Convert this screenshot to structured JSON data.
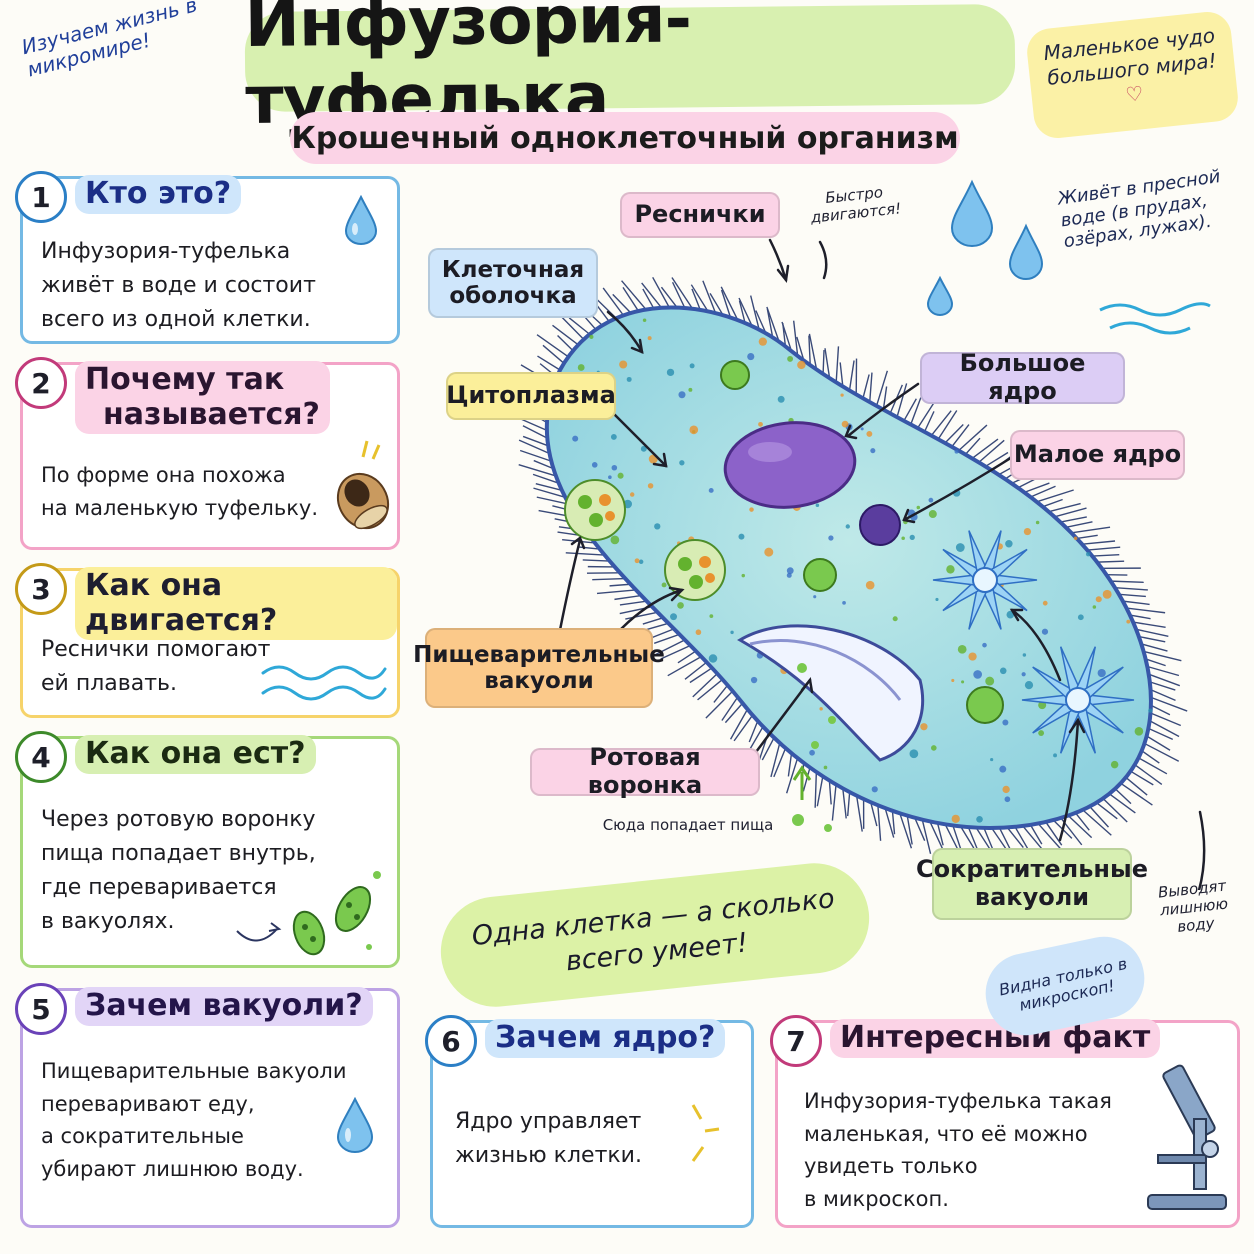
{
  "header": {
    "title": "Инфузория-туфелька",
    "subtitle": "Крошечный одноклеточный организм",
    "note_left": "Изучаем жизнь в микромире!",
    "note_right": "Маленькое чудо большого мира!"
  },
  "cards": [
    {
      "num": "1",
      "title": "Кто это?",
      "lines": [
        "Инфузория-туфелька",
        "живёт в воде и состоит",
        "всего из одной клетки."
      ]
    },
    {
      "num": "2",
      "title": "Почему так называется?",
      "title_lines": [
        "Почему так",
        "называется?"
      ],
      "lines": [
        "По форме она похожа",
        "на маленькую туфельку."
      ]
    },
    {
      "num": "3",
      "title": "Как она двигается?",
      "lines": [
        "Реснички помогают",
        "ей плавать."
      ]
    },
    {
      "num": "4",
      "title": "Как она ест?",
      "lines": [
        "Через ротовую воронку",
        "пища попадает внутрь,",
        "где переваривается",
        "в вакуолях."
      ]
    },
    {
      "num": "5",
      "title": "Зачем вакуоли?",
      "lines": [
        "Пищеварительные вакуоли",
        "переваривают еду,",
        "а сократительные",
        "убирают лишнюю воду."
      ]
    },
    {
      "num": "6",
      "title": "Зачем ядро?",
      "lines": [
        "Ядро управляет",
        "жизнью клетки."
      ]
    },
    {
      "num": "7",
      "title": "Интересный факт",
      "lines": [
        "Инфузория-туфелька такая",
        "маленькая, что её можно",
        "увидеть только",
        "в микроскоп."
      ]
    }
  ],
  "labels": {
    "cilia": "Реснички",
    "membrane": "Клеточная оболочка",
    "cytoplasm": "Цитоплазма",
    "macronucleus": "Большое ядро",
    "micronucleus": "Малое ядро",
    "food_vacuoles": "Пищеварительные вакуоли",
    "oral_groove": "Ротовая воронка",
    "contractile_vacuoles": "Сократительные вакуоли"
  },
  "notes": {
    "fast": "Быстро двигаются!",
    "habitat": "Живёт в пресной воде (в прудах, озёрах, лужах).",
    "food_enters": "Сюда попадает пища",
    "removes_water": "Выводят лишнюю воду",
    "microscope": "Видна только в микроскоп!",
    "one_cell": "Одна клетка — а сколько всего умеет!"
  },
  "colors": {
    "card1": "#74b9e4",
    "card2": "#f3a3c7",
    "card3": "#f6d36a",
    "card4": "#a5d879",
    "card5": "#bda3e4",
    "card6": "#74b9e4",
    "card7": "#f3a3c7",
    "head_blue": "#cfe6fb",
    "head_pink": "#fbd3e6",
    "head_yellow": "#fbef9a",
    "head_green": "#d7efb2",
    "head_purple": "#e2d5f7",
    "label_pink": "#fbd3e6",
    "label_blue": "#cfe6fb",
    "label_yellow": "#fbef9a",
    "label_purple": "#dccdf5",
    "label_orange": "#fbc98a",
    "label_green": "#d7efb2"
  },
  "icons": [
    "water-drop-icon",
    "shoe-icon",
    "wave-icon",
    "bacteria-icon",
    "microscope-icon",
    "smiley-icon"
  ]
}
